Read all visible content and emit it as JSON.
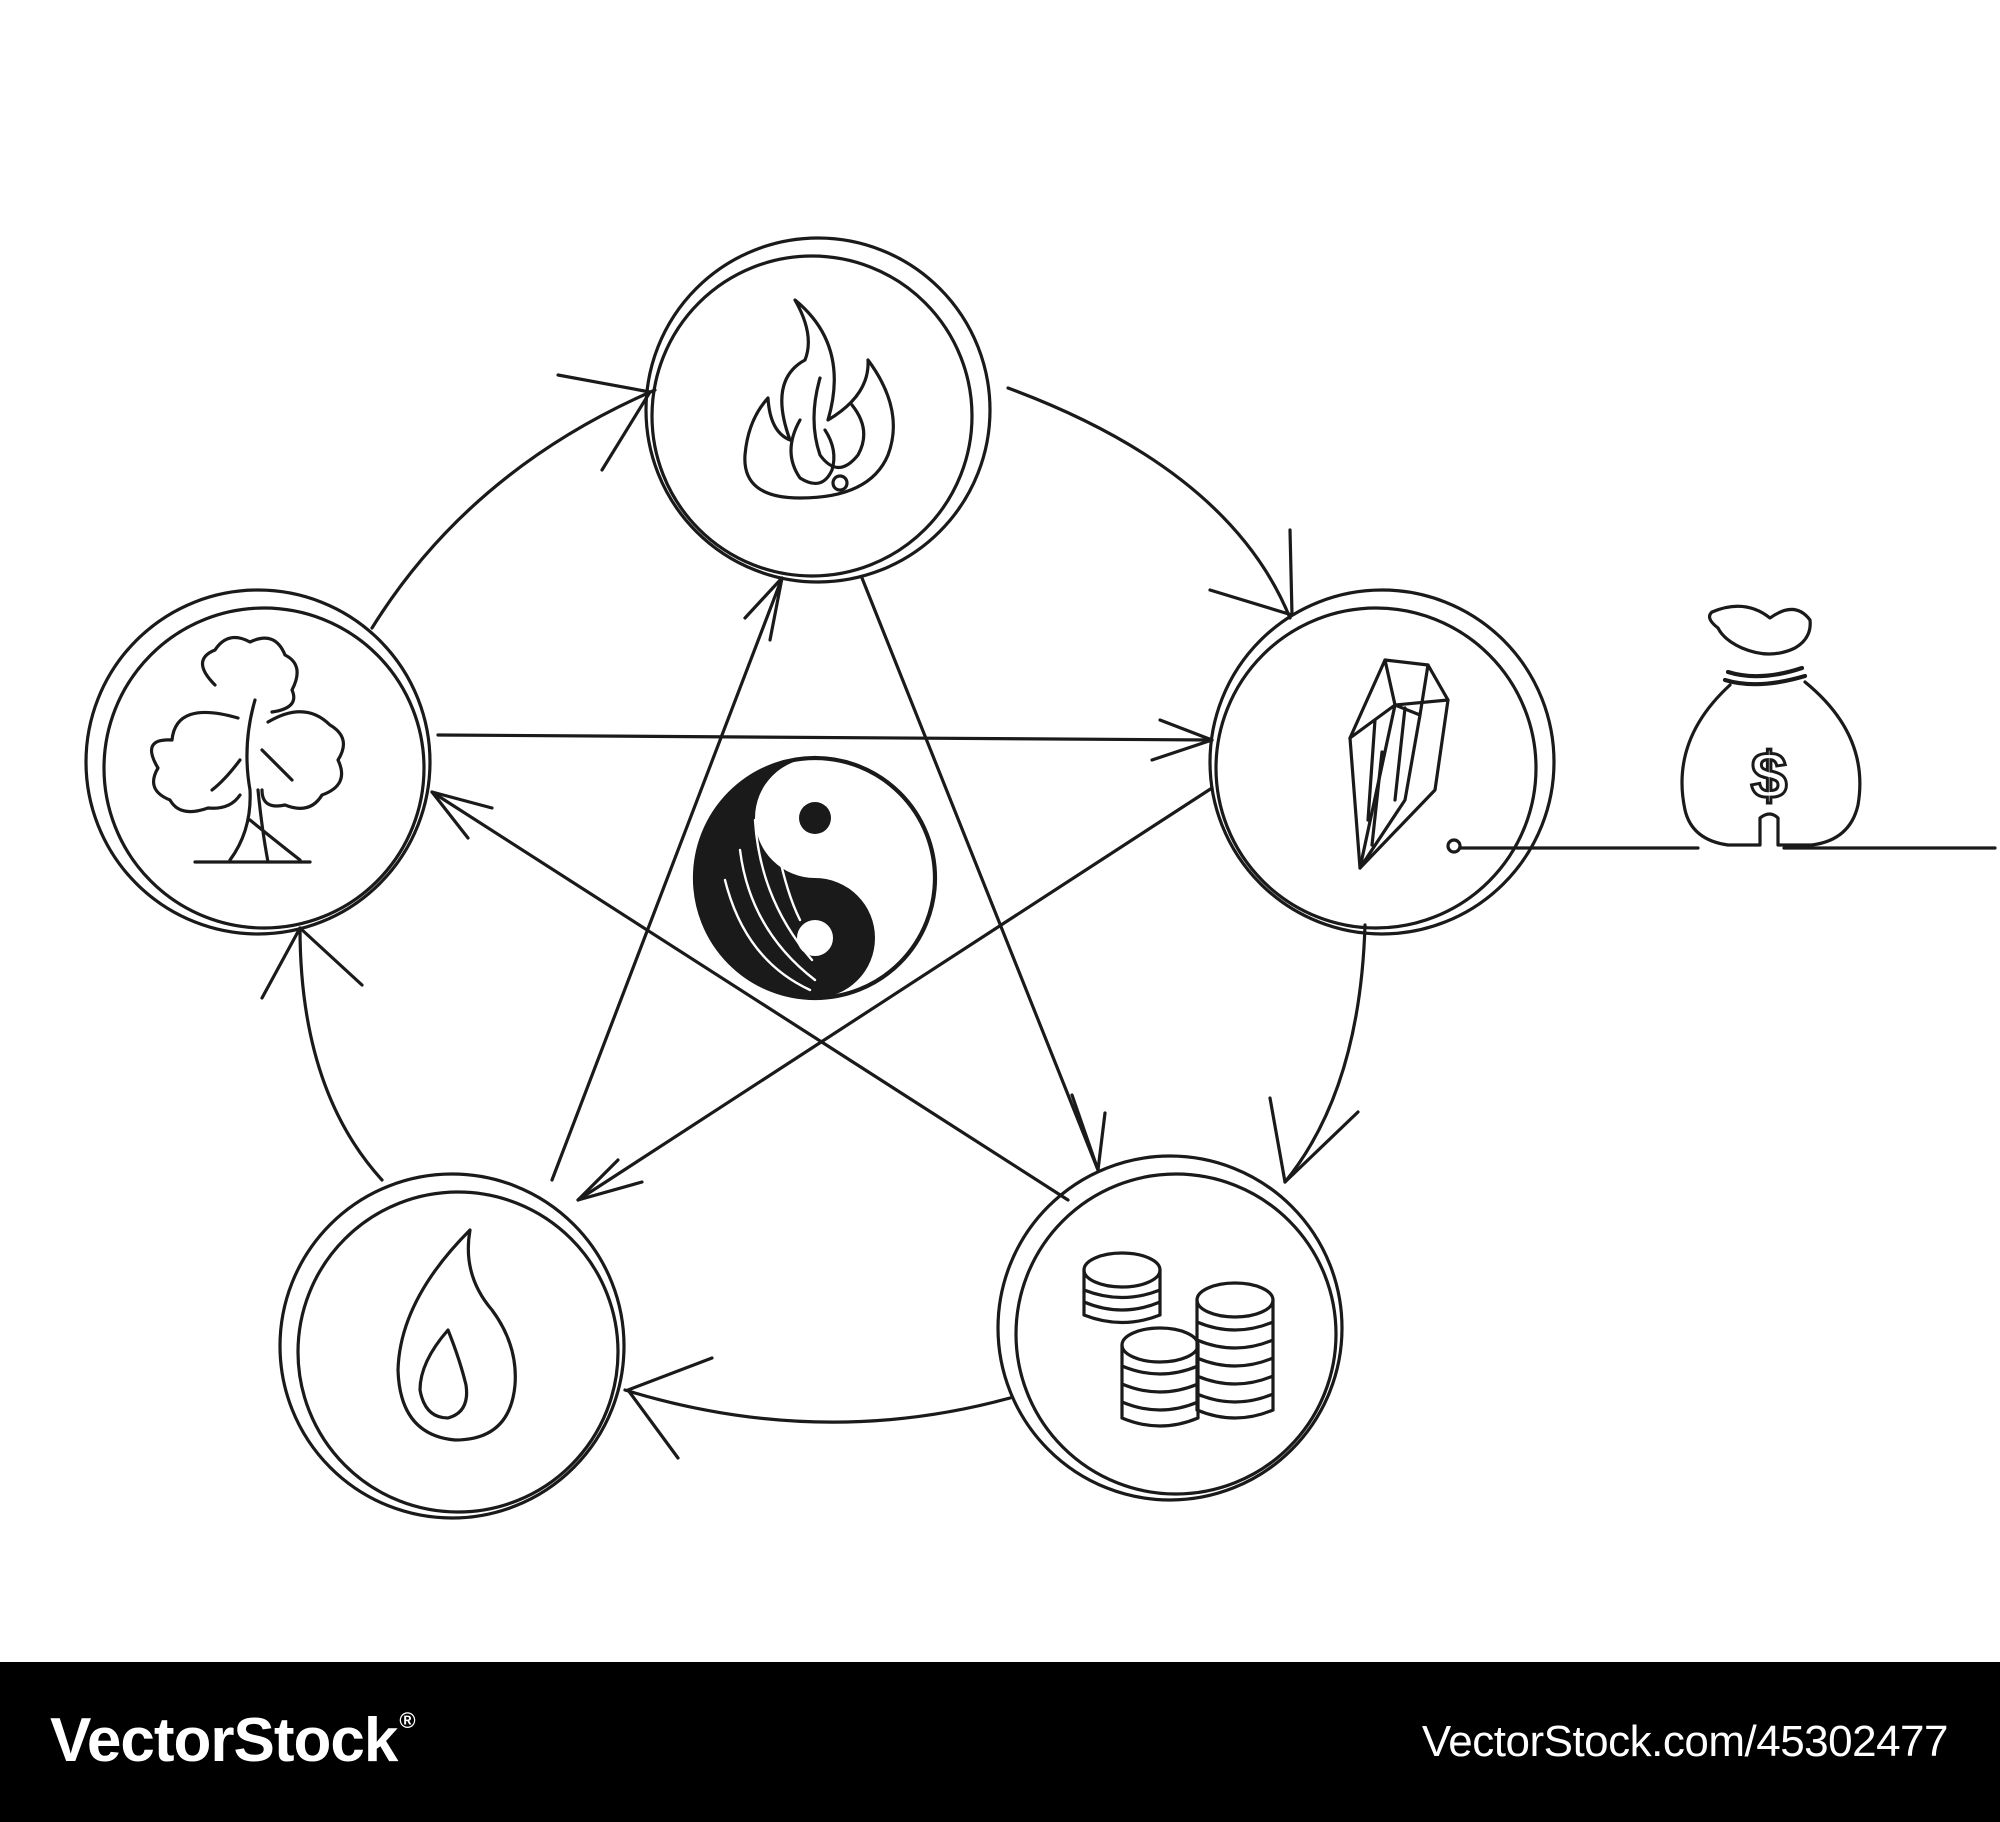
{
  "diagram": {
    "elements": [
      {
        "id": "fire",
        "icon": "flame-icon"
      },
      {
        "id": "metal",
        "icon": "crystal-icon"
      },
      {
        "id": "coins",
        "icon": "coins-stack-icon"
      },
      {
        "id": "water",
        "icon": "water-drop-icon"
      },
      {
        "id": "wood",
        "icon": "tree-icon"
      }
    ],
    "center_icon": "yin-yang-icon",
    "side_icon": "money-bag-icon",
    "money_bag_symbol": "$",
    "cycle_edges": [
      [
        "wood",
        "fire"
      ],
      [
        "fire",
        "metal"
      ],
      [
        "metal",
        "coins"
      ],
      [
        "coins",
        "water"
      ],
      [
        "water",
        "wood"
      ]
    ],
    "star_edges": [
      [
        "fire",
        "coins"
      ],
      [
        "metal",
        "water"
      ],
      [
        "coins",
        "wood"
      ],
      [
        "water",
        "fire"
      ],
      [
        "wood",
        "metal"
      ]
    ],
    "line_color": "#1a1a1a",
    "background": "#ffffff"
  },
  "footer": {
    "brand": "VectorStock",
    "registered_mark": "®",
    "image_id": "VectorStock.com/45302477",
    "background": "#000000",
    "text_color": "#ffffff"
  }
}
